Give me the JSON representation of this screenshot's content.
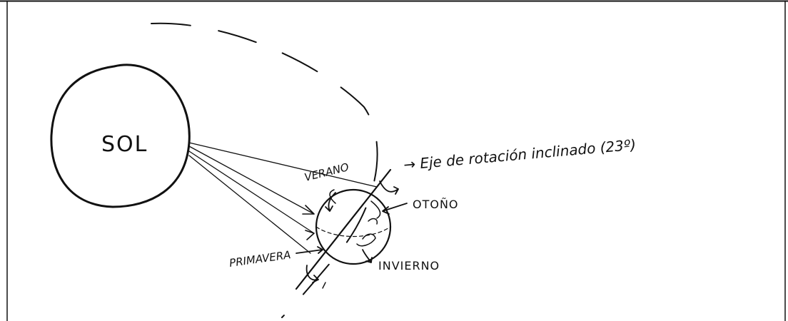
{
  "diagram": {
    "sun_label": "SOL",
    "labels": {
      "summer": "VERANO",
      "autumn": "OTOÑO",
      "winter": "INVIERNO",
      "spring": "PRIMAVERA"
    },
    "axis_note": "→ Eje de rotación inclinado (23º)"
  }
}
